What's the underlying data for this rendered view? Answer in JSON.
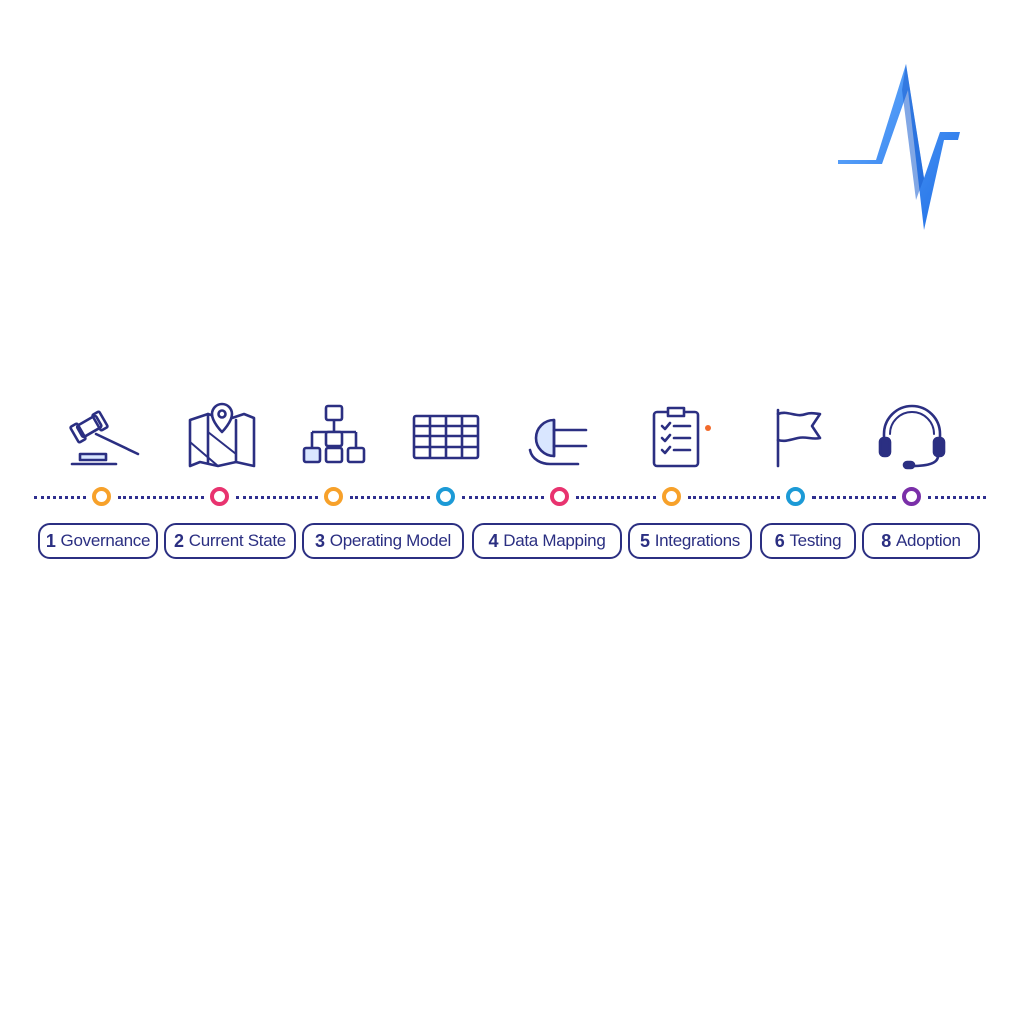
{
  "brand": {
    "logo_icon": "zigzag-pulse-logo",
    "logo_colors": [
      "#6ab0ff",
      "#1f6fe6"
    ]
  },
  "colors": {
    "navy": "#2b2f82",
    "dotted_line": "#2f2f8f",
    "orange": "#f7a12a",
    "pink": "#e8336f",
    "blue": "#1c9ad6",
    "purple": "#7a2fa8"
  },
  "steps": [
    {
      "number": "1",
      "label": "Governance",
      "icon": "gavel-icon",
      "marker_color": "#f7a12a"
    },
    {
      "number": "2",
      "label": "Current State",
      "icon": "map-pin-icon",
      "marker_color": "#e8336f"
    },
    {
      "number": "3",
      "label": "Operating Model",
      "icon": "org-chart-icon",
      "marker_color": "#f7a12a"
    },
    {
      "number": "4",
      "label": "Data Mapping",
      "icon": "table-grid-icon",
      "marker_color": "#1c9ad6"
    },
    {
      "number": "5",
      "label": "Integrations",
      "icon": "plug-icon",
      "marker_color": "#e8336f"
    },
    {
      "number": "6",
      "label": "Testing",
      "icon": "clipboard-checklist-icon",
      "marker_color": "#f7a12a"
    },
    {
      "number": "8",
      "label": "Adoption",
      "icon": "headset-icon",
      "marker_color": "#7a2fa8"
    }
  ],
  "extra_markers": [
    {
      "icon": "flag-icon",
      "marker_color": "#1c9ad6"
    }
  ]
}
